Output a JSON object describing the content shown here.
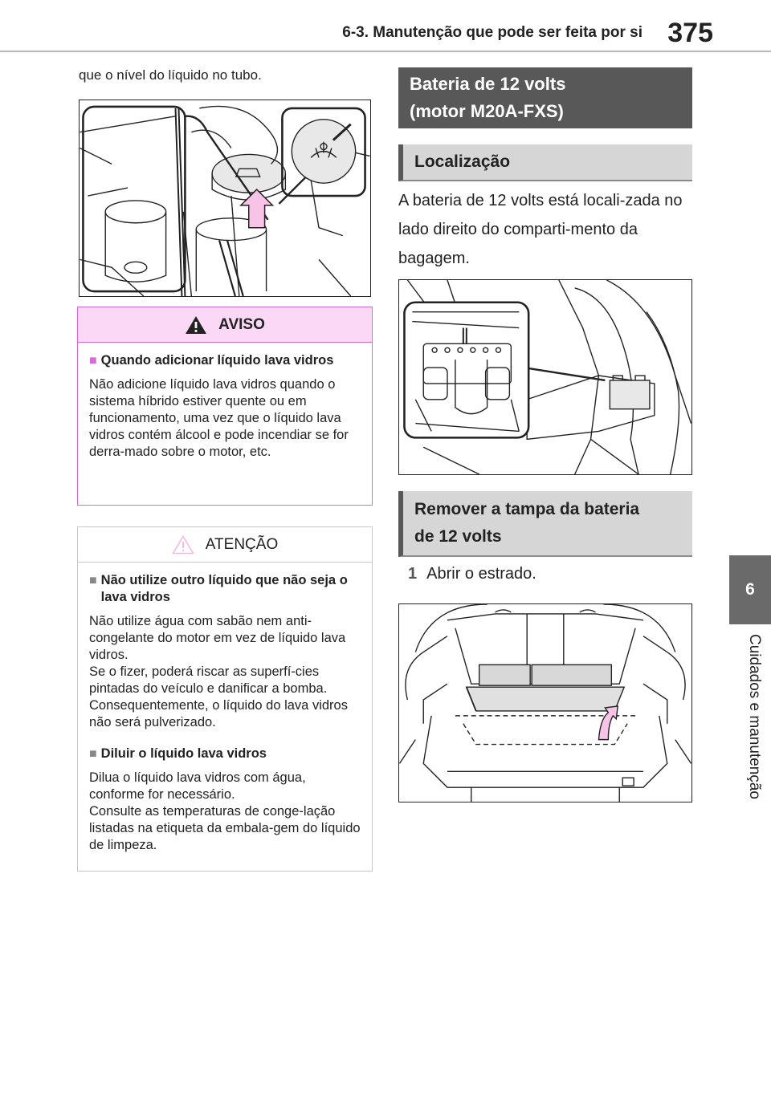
{
  "header": {
    "section": "6-3. Manutenção que pode ser feita por si",
    "page_number": "375"
  },
  "side_tab": {
    "number": "6",
    "label": "Cuidados e manutenção"
  },
  "intro_text": "que o nível do líquido no tubo.",
  "warning": {
    "title": "AVISO",
    "items": [
      {
        "heading": "Quando adicionar líquido lava vidros",
        "text": "Não adicione líquido lava vidros quando o sistema híbrido estiver quente ou em funcionamento, uma vez que o líquido lava vidros contém álcool e pode incendiar se for derra-mado sobre o motor, etc."
      }
    ]
  },
  "caution": {
    "title": "ATENÇÃO",
    "items": [
      {
        "heading": "Não utilize outro líquido que não seja o lava vidros",
        "text": "Não utilize água com sabão nem anti-congelante do motor em vez de líquido lava vidros.\nSe o fizer, poderá riscar as superfí-cies pintadas do veículo e danificar a bomba. Consequentemente, o líquido do lava vidros não será pulverizado."
      },
      {
        "heading": "Diluir o líquido lava vidros",
        "text": "Dilua o líquido lava vidros com água, conforme for necessário.\nConsulte as temperaturas de conge-lação listadas na etiqueta da embala-gem do líquido de limpeza."
      }
    ]
  },
  "section": {
    "title_line1": "Bateria de 12 volts",
    "title_line2": "(motor M20A-FXS)"
  },
  "location": {
    "title": "Localização",
    "text": "A bateria de 12 volts está locali-zada no lado direito do comparti-mento da bagagem."
  },
  "remove_cover": {
    "title_line1": "Remover a tampa da bateria",
    "title_line2": "de 12 volts"
  },
  "steps": [
    {
      "number": "1",
      "text": "Abrir o estrado."
    }
  ]
}
